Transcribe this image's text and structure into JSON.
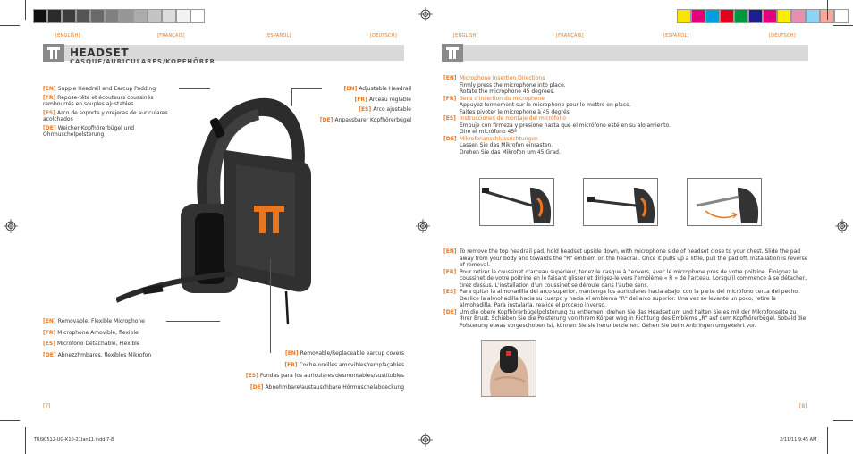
{
  "color_bars": {
    "left_grays": [
      "#111111",
      "#2a2a2a",
      "#3c3c3c",
      "#555555",
      "#6a6a6a",
      "#808080",
      "#969696",
      "#acacac",
      "#c4c4c4",
      "#dcdcdc",
      "#f2f2f2",
      "#ffffff"
    ],
    "right_colors": [
      "#f7e600",
      "#e6007e",
      "#00a0e0",
      "#e2001a",
      "#009640",
      "#1d1d8c",
      "#e6007e",
      "#ffed00",
      "#e98fb4",
      "#8fd3f3",
      "#f4a8a0",
      "#ffffff"
    ]
  },
  "lang_tabs": {
    "left": [
      "[ENGLISH]",
      "[FRANÇAIS]",
      "[ESPAÑOL]",
      "[DEUTSCH]"
    ],
    "right": [
      "[ENGLISH]",
      "[FRANÇAIS]",
      "[ESPAÑOL]",
      "[DEUTSCH]"
    ]
  },
  "left_page": {
    "title": "HEADSET",
    "subtitle": "CASQUE/AURICULARES/KOPFHÖRER",
    "callouts_top_left": [
      {
        "tag": "[EN]",
        "text": "Supple Headrail and Earcup Padding"
      },
      {
        "tag": "[FR]",
        "text": "Repose-tête et écouteurs coussinés rembourrés en souples ajustables"
      },
      {
        "tag": "[ES]",
        "text": "Arco de soporte y orejeras de auriculares acolchados"
      },
      {
        "tag": "[DE]",
        "text": "Weicher Kopfhörerbügel und Ohrmuschelpolsterung"
      }
    ],
    "callouts_top_right": [
      {
        "tag": "[EN]",
        "text": "Adjustable Headrail"
      },
      {
        "tag": "[FR]",
        "text": "Arceau réglable"
      },
      {
        "tag": "[ES]",
        "text": "Arco ajustable"
      },
      {
        "tag": "[DE]",
        "text": "Anpassbarer Kopfhörerbügel"
      }
    ],
    "callouts_mic": [
      {
        "tag": "[EN]",
        "text": "Removable, Flexible Microphone"
      },
      {
        "tag": "[FR]",
        "text": "Microphone Amovible, flexible"
      },
      {
        "tag": "[ES]",
        "text": "Micrófono Détachable, Flexible"
      },
      {
        "tag": "[DE]",
        "text": "Abnezzhmbares, flexibles Mikrofon"
      }
    ],
    "callouts_earcup": [
      {
        "tag": "[EN]",
        "text": "Removable/Replaceable earcup covers"
      },
      {
        "tag": "[FR]",
        "text": "Coche-oreilles amovibles/remplaçables"
      },
      {
        "tag": "[ES]",
        "text": "Fundas para los auriculares desmontables/sustitubles"
      },
      {
        "tag": "[DE]",
        "text": "Abnehmbare/austauschbare Hörmuschelabdeckung"
      }
    ],
    "page_number": "[7]",
    "slug": "TRI90512-UG-K10-21Jan11.indd   7-8"
  },
  "right_page": {
    "mic_instructions": [
      {
        "tag": "[EN]",
        "heading": "Microphone Insertion Directions",
        "lines": [
          "Firmly press the microphone into place.",
          "Rotate the microphone 45 degrees."
        ]
      },
      {
        "tag": "[FR]",
        "heading": "Sens d'insertion du microphone",
        "lines": [
          "Appuyez fermement sur le microphone pour le mettre en place.",
          "Faites pivoter le microphone à 45 degrés."
        ]
      },
      {
        "tag": "[ES]",
        "heading": "Instrucciones de montaje del micrófono",
        "lines": [
          "Empuje con firmeza y presione hasta que el micrófono esté en su alojamiento.",
          "Gire el micrófono 45º"
        ]
      },
      {
        "tag": "[DE]",
        "heading": "Mikrofonanschlussrichtungen",
        "lines": [
          "Lassen Sie das Mikrofon einrasten.",
          "Drehen Sie das Mikrofon um 45 Grad."
        ]
      }
    ],
    "pad_instructions": [
      {
        "tag": "[EN]",
        "text": "To remove the top headrail pad, hold headset upside down, with microphone side of headset close to your chest. Slide the pad away from your body and towards the \"R\" emblem on the headrail. Once it pulls up a little, pull the pad off. Installation is reverse of removal."
      },
      {
        "tag": "[FR]",
        "text": "Pour retirer le coussinet d'arceau supérieur, tenez le casque à l'envers, avec le microphone près de votre poitrine. Éloignez le coussinet de votre poitrine en le faisant glisser et dirigez-le vers l'emblème « R » de l'arceau. Lorsqu'il commence à se détacher, tirez dessus. L'installation d'un coussinet se déroule dans l'autre sens."
      },
      {
        "tag": "[ES]",
        "text": "Para quitar la almohadilla del arco superior, mantenga los auriculares hacia abajo, con la parte del micrófono cerca del pecho. Deslice la almohadilla hacia su cuerpo y hacia el emblema \"R\" del arco superior. Una vez se levante un poco, retire la almohadilla. Para instalarla, realice el proceso inverso."
      },
      {
        "tag": "[DE]",
        "text": "Um die obere Kopfhörerbügelpolsterung zu entfernen, drehen Sie das Headset um und halten Sie es mit der Mikrofonseite zu Ihrer Brust. Schieben Sie die Polsterung von Ihrem Körper weg in Richtung des Emblems „R\" auf dem Kopfhörerbügel. Sobald die Polsterung etwas vorgeschoben ist, können Sie sie herunterziehen. Gehen Sie beim Anbringen umgekehrt vor."
      }
    ],
    "page_number": "[8]",
    "slug": "2/11/11   9:45 AM"
  }
}
